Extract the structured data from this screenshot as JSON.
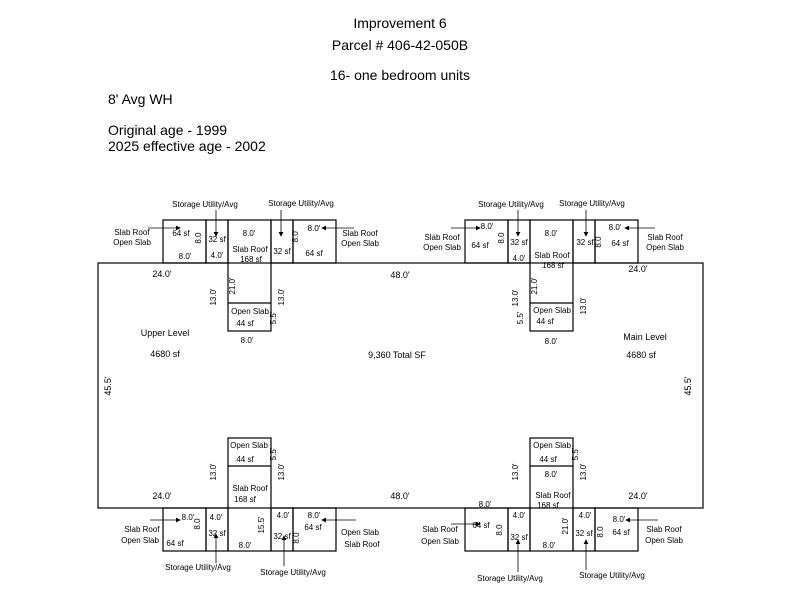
{
  "header": {
    "title": "Improvement 6",
    "parcel": "Parcel # 406-42-050B",
    "units": "16- one bedroom units",
    "wall_height": "8' Avg WH",
    "original_age": "Original age - 1999",
    "effective_age": "2025 effective age - 2002"
  },
  "plan": {
    "upper_level_label": "Upper Level",
    "upper_level_area": "4680 sf",
    "main_level_label": "Main Level",
    "main_level_area": "4680 sf",
    "total": "9,360 Total SF",
    "dim_height": "45.5'",
    "dim_width": "48.0'",
    "dim_side": "24.0'",
    "dim_8": "8.0'",
    "dim_4": "4.0'",
    "dim_13": "13.0'",
    "dim_21": "21.0'",
    "dim_55": "5.5'",
    "dim_155": "15.5'",
    "dim_80_rot": "8.0",
    "slab_roof": "Slab Roof",
    "open_slab": "Open Slab",
    "sf_168": "168 sf",
    "sf_64": "64 sf",
    "sf_44": "44 sf",
    "sf_32": "32 sf",
    "storage": "Storage Utility/Avg",
    "slab_roof_open_slab_1": "Slab Roof",
    "slab_roof_open_slab_2": "Open Slab",
    "open_slab_slab_roof_1": "Open Slab",
    "open_slab_slab_roof_2": "Slab Roof"
  },
  "colors": {
    "line": "#000000",
    "background": "#ffffff"
  }
}
